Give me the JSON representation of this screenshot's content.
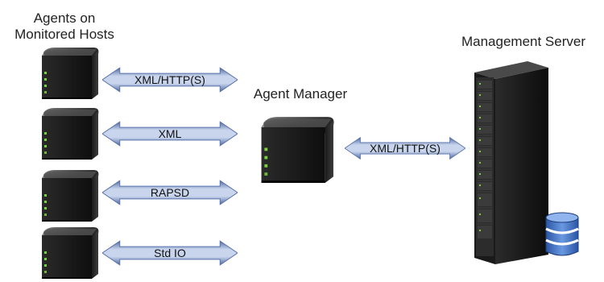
{
  "labels": {
    "agents_heading_line1": "Agents on",
    "agents_heading_line2": "Monitored Hosts",
    "agent_manager": "Agent Manager",
    "management_server": "Management Server"
  },
  "connections": [
    {
      "label": "XML/HTTP(S)"
    },
    {
      "label": "XML"
    },
    {
      "label": "RAPSD"
    },
    {
      "label": "Std IO"
    },
    {
      "label": "XML/HTTP(S)"
    }
  ],
  "colors": {
    "arrow_fill": "#6d86b8",
    "arrow_light": "#c5d2ea",
    "server_body": "#1b1b1b",
    "led_green": "#79d23c",
    "database": "#3f6fc1"
  },
  "icons": {
    "agent_host": "server-box-icon",
    "manager": "server-box-icon",
    "management_server": "rack-server-icon",
    "database": "database-icon"
  }
}
